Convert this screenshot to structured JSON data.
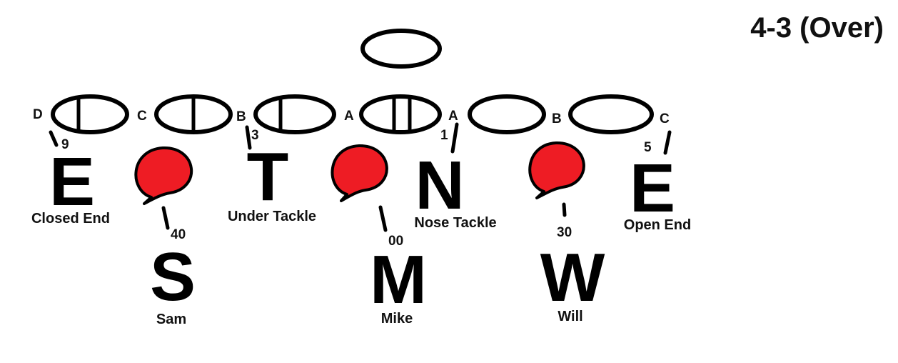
{
  "title": "4-3 (Over)",
  "gaps": {
    "d": "D",
    "c_left": "C",
    "b_left": "B",
    "a_left": "A",
    "a_right": "A",
    "b_right": "B",
    "c_right": "C"
  },
  "techniques": {
    "closed_end": "9",
    "under_tackle": "3",
    "nose_tackle": "1",
    "open_end": "5",
    "sam": "40",
    "mike": "00",
    "will": "30"
  },
  "line": {
    "closed_end": {
      "letter": "E",
      "label": "Closed End"
    },
    "under_tackle": {
      "letter": "T",
      "label": "Under Tackle"
    },
    "nose_tackle": {
      "letter": "N",
      "label": "Nose Tackle"
    },
    "open_end": {
      "letter": "E",
      "label": "Open End"
    }
  },
  "linebackers": {
    "sam": {
      "letter": "S",
      "label": "Sam"
    },
    "mike": {
      "letter": "M",
      "label": "Mike"
    },
    "will": {
      "letter": "W",
      "label": "Will"
    }
  },
  "colors": {
    "bubble": "#ee1c24",
    "ink": "#000000",
    "background": "#ffffff"
  }
}
